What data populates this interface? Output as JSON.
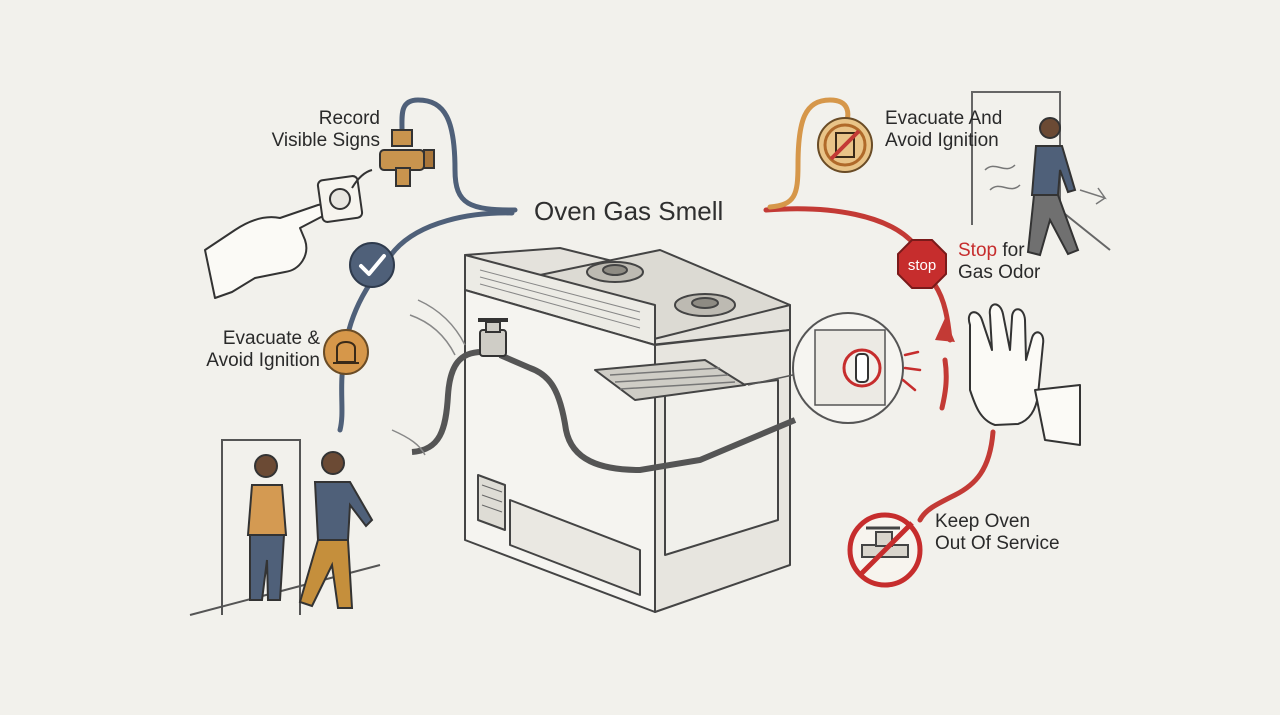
{
  "title": "Oven Gas Smell",
  "labels": {
    "record_line1": "Record",
    "record_line2": "Visible Signs",
    "evac_left_line1": "Evacuate &",
    "evac_left_line2": "Avoid Ignition",
    "evac_right_line1": "Evacuate And",
    "evac_right_line2": "Avoid Ignition",
    "stop_word": "Stop",
    "stop_rest": " for",
    "stop_line2": "Gas Odor",
    "keep_line1": "Keep Oven",
    "keep_line2": "Out Of Service",
    "stop_sign_text": "stop"
  },
  "colors": {
    "background": "#f2f1ec",
    "blue_path": "#4f6079",
    "red_path": "#c33a35",
    "orange_path": "#d6974a",
    "stop_red": "#c62d2d"
  },
  "icons": [
    "check-icon",
    "bell-icon",
    "no-fire-icon",
    "stop-sign-icon",
    "no-valve-icon",
    "hand-stop-icon"
  ]
}
